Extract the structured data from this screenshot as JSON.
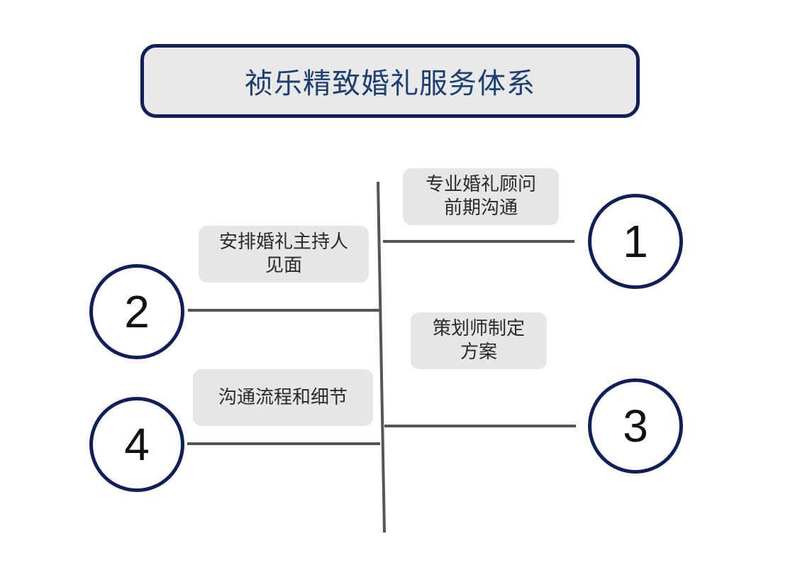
{
  "diagram": {
    "title": "祯乐精致婚礼服务体系",
    "steps": [
      {
        "number": "1",
        "lines": [
          "专业婚礼顾问",
          "前期沟通"
        ]
      },
      {
        "number": "2",
        "lines": [
          "安排婚礼主持人",
          "见面"
        ]
      },
      {
        "number": "3",
        "lines": [
          "策划师制定",
          "方案"
        ]
      },
      {
        "number": "4",
        "lines": [
          "沟通流程和细节"
        ]
      }
    ],
    "colors": {
      "border": "#0f1f5a",
      "title_text": "#1b3f70",
      "label_fill": "#e6e6e6",
      "connector": "#555555"
    }
  }
}
